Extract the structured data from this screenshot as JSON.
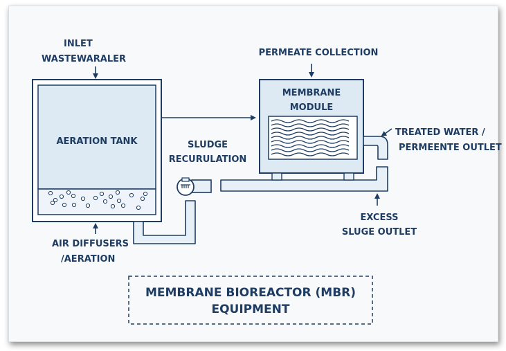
{
  "labels": {
    "inlet_line1": "INLET",
    "inlet_line2": "WASTEWARALER",
    "aeration_tank": "AERATION TANK",
    "air_diffusers_line1": "AIR DIFFUSERS",
    "air_diffusers_line2": "/AERATION",
    "sludge_recirc_line1": "SLUDGE",
    "sludge_recirc_line2": "RECURULATION",
    "permeate_collection": "PERMEATE COLLECTION",
    "membrane_line1": "MEMBRANE",
    "membrane_line2": "MODULE",
    "treated_line1": "TREATED WATER /",
    "treated_line2": "PERMEENTE OUTLET",
    "excess_line1": "EXCESS",
    "excess_line2": "SLUGE OUTLET"
  },
  "title": {
    "line1": "MEMBRANE BIOREACTOR (MBR)",
    "line2": "EQUIPMENT"
  },
  "colors": {
    "stroke": "#1f3d63",
    "tank_fill": "#dde9f3",
    "pipe_fill": "#e8f0f7",
    "background": "#f7f9fb"
  }
}
